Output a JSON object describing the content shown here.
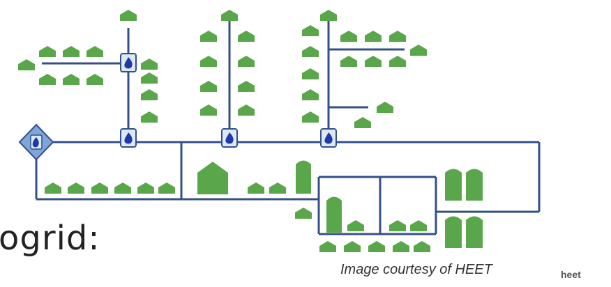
{
  "caption": {
    "heading": "ogrid:",
    "credit": "Image courtesy of HEET",
    "logo": "heet"
  },
  "colors": {
    "pipe": "#34508a",
    "building": "#5aa64a",
    "node_fill": "#dbe8f6",
    "node_border": "#34508a",
    "flame": "#1f3aa6",
    "source_node_fill": "#7fa6d6"
  },
  "icons": [
    "house-icon",
    "apartment-building-icon",
    "school-building-icon",
    "flame-icon",
    "source-node-icon"
  ]
}
